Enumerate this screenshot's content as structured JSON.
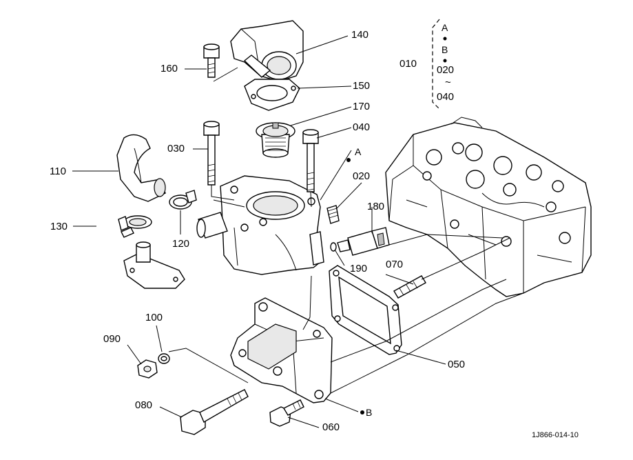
{
  "labels": {
    "p140": "140",
    "p160": "160",
    "p150": "150",
    "p170": "170",
    "p030": "030",
    "p040": "040",
    "p110": "110",
    "p020": "020",
    "p180": "180",
    "p130": "130",
    "p120": "120",
    "p190": "190",
    "p070": "070",
    "p100": "100",
    "p090": "090",
    "p050": "050",
    "p080": "080",
    "p060": "060"
  },
  "refs": {
    "a": "A",
    "b": "B",
    "a_legend": "A",
    "b_legend": "B",
    "assy": "010",
    "r020": "020",
    "range": "~",
    "r040": "040"
  },
  "drawing_code": "1J866-014-10"
}
